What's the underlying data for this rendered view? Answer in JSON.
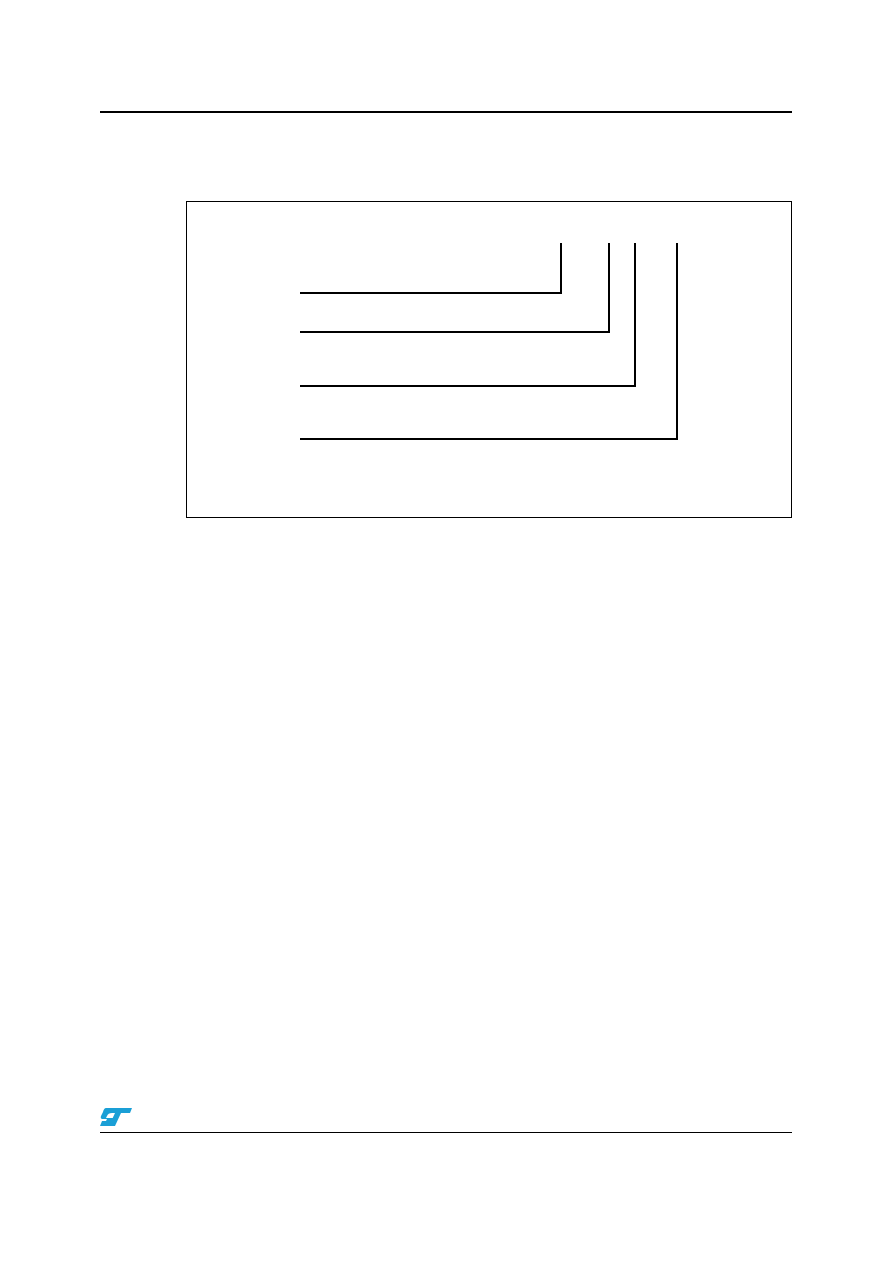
{
  "page": {
    "background": "#ffffff",
    "rule_color": "#000000"
  },
  "diagram": {
    "line_color": "#000000",
    "leaders": [
      {
        "id": "leader-1"
      },
      {
        "id": "leader-2"
      },
      {
        "id": "leader-3"
      },
      {
        "id": "leader-4"
      }
    ]
  },
  "footer": {
    "logo": {
      "icon": "st-logo-icon",
      "color": "#1a9fd6",
      "text": "ST"
    }
  }
}
